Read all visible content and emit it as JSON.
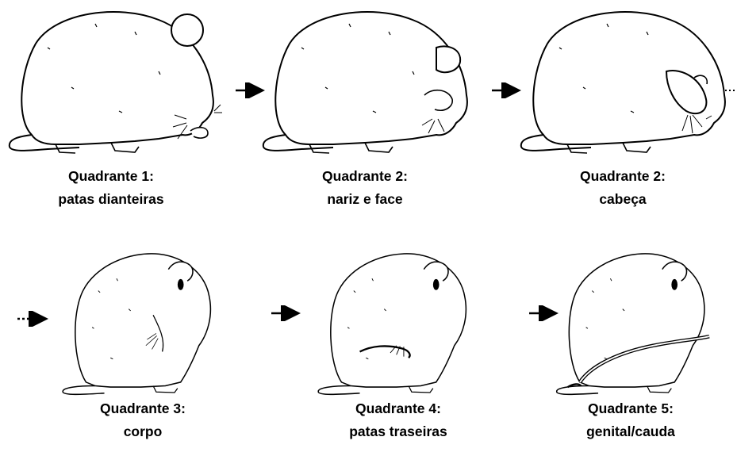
{
  "panels": [
    {
      "title": "Quadrante 1:",
      "subtitle": "patas dianteiras"
    },
    {
      "title": "Quadrante 2:",
      "subtitle": "nariz e face"
    },
    {
      "title": "Quadrante 2:",
      "subtitle": "cabeça"
    },
    {
      "title": "Quadrante 3:",
      "subtitle": "corpo"
    },
    {
      "title": "Quadrante 4:",
      "subtitle": "patas traseiras"
    },
    {
      "title": "Quadrante 5:",
      "subtitle": "genital/cauda"
    }
  ],
  "arrows": [
    "solid",
    "solid",
    "continuation-dots",
    "continuation-dots",
    "solid",
    "solid"
  ],
  "line_color": "#000000",
  "background": "#ffffff"
}
